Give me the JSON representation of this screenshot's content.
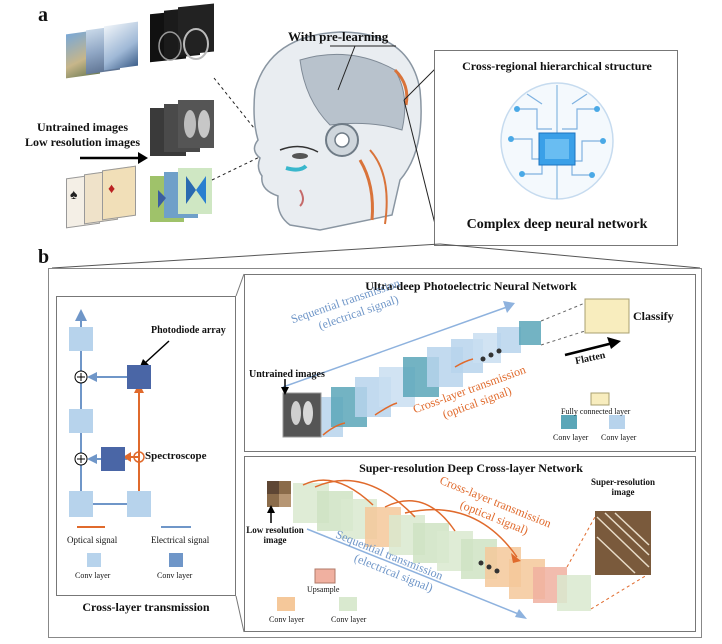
{
  "panel_a": {
    "letter": "a",
    "pre_learning": "With pre-learning",
    "inputs_line1": "Untrained images",
    "inputs_line2": "Low resolution images",
    "box_title": "Cross-regional hierarchical structure",
    "box_caption": "Complex deep neural network"
  },
  "panel_b": {
    "letter": "b",
    "left": {
      "photodiode": "Photodiode array",
      "spectroscope": "Spectroscope",
      "optical_signal": "Optical signal",
      "electrical_signal": "Electrical signal",
      "conv1": "Conv layer",
      "conv2": "Conv layer",
      "caption": "Cross-layer transmission"
    },
    "top": {
      "title": "Ultra-deep Photoelectric Neural Network",
      "classify": "Classify",
      "flatten": "Flatten",
      "seq1": "Sequential transmission",
      "seq2": "(electrical signal)",
      "cross1": "Cross-layer transmission",
      "cross2": "(optical signal)",
      "untrained": "Untrained images",
      "fc": "Fully connected layer",
      "conv1": "Conv layer",
      "conv2": "Conv layer"
    },
    "bottom": {
      "title": "Super-resolution Deep Cross-layer Network",
      "lowres1": "Low resolution",
      "lowres2": "image",
      "cross1": "Cross-layer transmission",
      "cross2": "(optical signal)",
      "seq1": "Sequential transmission",
      "seq2": "(electrical signal)",
      "superres1": "Super-resolution",
      "superres2": "image",
      "upsample": "Upsample",
      "conv1": "Conv layer",
      "conv2": "Conv layer"
    }
  },
  "colors": {
    "blue": "#6f96c8",
    "light_blue": "#b7d3ec",
    "dark_blue": "#4a66a6",
    "teal": "#5aa6b8",
    "orange": "#e06a2c",
    "yellow": "#f8edbe",
    "green_light": "#d9e9cf",
    "orange_light": "#f5c89a",
    "salmon": "#f0b0a0"
  }
}
